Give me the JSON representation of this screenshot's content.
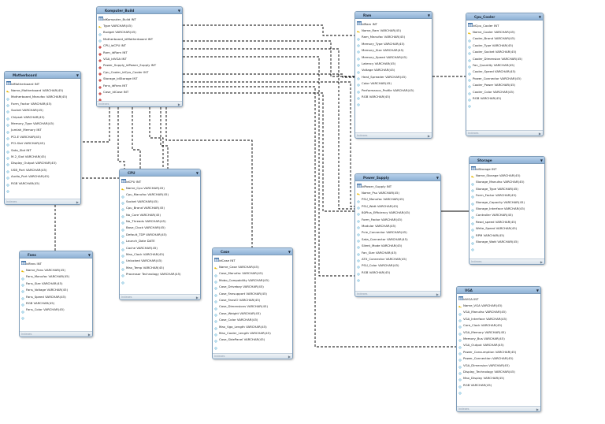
{
  "tables": [
    {
      "id": "computer",
      "name": "Komputer_Build",
      "rows": [
        {
          "t": "pk",
          "text": "idKomputer_Build INT"
        },
        {
          "t": "col",
          "text": "Type VARCHAR(45)"
        },
        {
          "t": "col",
          "text": "Budget VARCHAR(45)"
        },
        {
          "t": "fk",
          "text": "Motherboard_idMotherboard INT"
        },
        {
          "t": "fk",
          "text": "CPU_idCPU INT"
        },
        {
          "t": "fk",
          "text": "Ram_idRam INT"
        },
        {
          "t": "fk",
          "text": "VGA_idVGA INT"
        },
        {
          "t": "fk",
          "text": "Power_Supply_idPower_Supply INT"
        },
        {
          "t": "fk",
          "text": "Cpu_Cooler_idCpu_Cooler INT"
        },
        {
          "t": "fk",
          "text": "Storage_idStorage INT"
        },
        {
          "t": "fk",
          "text": "Fans_idFans INT"
        },
        {
          "t": "fk",
          "text": "Case_idCase INT"
        }
      ]
    },
    {
      "id": "motherboard",
      "name": "Motherboard",
      "rows": [
        {
          "t": "pk",
          "text": "idMotherboard INT"
        },
        {
          "t": "col",
          "text": "Name_Motherboard VARCHAR(45)"
        },
        {
          "t": "col",
          "text": "Motherboard_Manufac VARCHAR(45)"
        },
        {
          "t": "col",
          "text": "Form_Factor VARCHAR(45)"
        },
        {
          "t": "col",
          "text": "Socket VARCHAR(45)"
        },
        {
          "t": "col",
          "text": "Chipset VARCHAR(45)"
        },
        {
          "t": "col",
          "text": "Memory_Type VARCHAR(45)"
        },
        {
          "t": "col",
          "text": "Jumlah_Memory INT"
        },
        {
          "t": "col",
          "text": "PCI-E VARCHAR(45)"
        },
        {
          "t": "col",
          "text": "PCI-Slot VARCHAR(45)"
        },
        {
          "t": "col",
          "text": "Sata_Slot INT"
        },
        {
          "t": "col",
          "text": "M.2_Slot VARCHAR(45)"
        },
        {
          "t": "col",
          "text": "Display_Output VARCHAR(45)"
        },
        {
          "t": "col",
          "text": "USB_Port VARCHAR(45)"
        },
        {
          "t": "col",
          "text": "Audio_Port VARCHAR(45)"
        },
        {
          "t": "col",
          "text": "RGB VARCHAR(45)"
        }
      ]
    },
    {
      "id": "cpu",
      "name": "CPU",
      "rows": [
        {
          "t": "pk",
          "text": "idCPU INT"
        },
        {
          "t": "col",
          "text": "Name_Cpu VARCHAR(45)"
        },
        {
          "t": "col",
          "text": "Cpu_Manufac VARCHAR(45)"
        },
        {
          "t": "col",
          "text": "Socket VARCHAR(45)"
        },
        {
          "t": "col",
          "text": "Cpu_Brand VARCHAR(45)"
        },
        {
          "t": "col",
          "text": "No_Core VARCHAR(45)"
        },
        {
          "t": "col",
          "text": "No_Threads VARCHAR(45)"
        },
        {
          "t": "col",
          "text": "Base_Clock VARCHAR(45)"
        },
        {
          "t": "col",
          "text": "Default_TDP VARCHAR(45)"
        },
        {
          "t": "col",
          "text": "Launch_Date DATE"
        },
        {
          "t": "col",
          "text": "Cache VARCHAR(45)"
        },
        {
          "t": "col",
          "text": "Max_Clock VARCHAR(45)"
        },
        {
          "t": "col",
          "text": "Unlocked VARCHAR(45)"
        },
        {
          "t": "col",
          "text": "Max_Temp VARCHAR(45)"
        },
        {
          "t": "col",
          "text": "Processor Technology VARCHAR(45)"
        }
      ]
    },
    {
      "id": "fans",
      "name": "Fans",
      "rows": [
        {
          "t": "pk",
          "text": "idFans INT"
        },
        {
          "t": "col",
          "text": "Name_Fans VARCHAR(45)"
        },
        {
          "t": "col",
          "text": "Fans_Manufac VARCHAR(45)"
        },
        {
          "t": "col",
          "text": "Fans_Size VARCHAR(45)"
        },
        {
          "t": "col",
          "text": "Fans_Voltage VARCHAR(45)"
        },
        {
          "t": "col",
          "text": "Fans_Speed VARCHAR(45)"
        },
        {
          "t": "col",
          "text": "RGB VARCHAR(45)"
        },
        {
          "t": "col",
          "text": "Fans_Color VARCHAR(45)"
        }
      ]
    },
    {
      "id": "case",
      "name": "Case",
      "rows": [
        {
          "t": "pk",
          "text": "idCase INT"
        },
        {
          "t": "col",
          "text": "Name_Case VARCHAR(45)"
        },
        {
          "t": "col",
          "text": "Case_Manufac VARCHAR(45)"
        },
        {
          "t": "col",
          "text": "Mobo_Compability VARCHAR(45)"
        },
        {
          "t": "col",
          "text": "Case_Drivebay VARCHAR(45)"
        },
        {
          "t": "col",
          "text": "Case_Fansupport VARCHAR(45)"
        },
        {
          "t": "col",
          "text": "Case_FansIO VARCHAR(45)"
        },
        {
          "t": "col",
          "text": "Case_Dimensions VARCHAR(45)"
        },
        {
          "t": "col",
          "text": "Case_Weight VARCHAR(45)"
        },
        {
          "t": "col",
          "text": "Case_Color VARCHAR(45)"
        },
        {
          "t": "col",
          "text": "Max_Vga_Length VARCHAR(45)"
        },
        {
          "t": "col",
          "text": "Max_Cooler_Length VARCHAR(45)"
        },
        {
          "t": "col",
          "text": "Case_SidePanel VARCHAR(45)"
        }
      ]
    },
    {
      "id": "ram",
      "name": "Ram",
      "rows": [
        {
          "t": "pk",
          "text": "idRam INT"
        },
        {
          "t": "col",
          "text": "Name_Ram VARCHAR(45)"
        },
        {
          "t": "col",
          "text": "Ram_Manufac VARCHAR(45)"
        },
        {
          "t": "col",
          "text": "Memory_Type VARCHAR(45)"
        },
        {
          "t": "col",
          "text": "Memory_Size VARCHAR(45)"
        },
        {
          "t": "col",
          "text": "Memory_Speed VARCHAR(45)"
        },
        {
          "t": "col",
          "text": "Latency VARCHAR(45)"
        },
        {
          "t": "col",
          "text": "Voltage VARCHAR(45)"
        },
        {
          "t": "col",
          "text": "Heat_Spreader VARCHAR(45)"
        },
        {
          "t": "col",
          "text": "Color VARCHAR(45)"
        },
        {
          "t": "col",
          "text": "Performance_Profile VARCHAR(45)"
        },
        {
          "t": "col",
          "text": "RGB VARCHAR(45)"
        }
      ]
    },
    {
      "id": "cooler",
      "name": "Cpu_Cooler",
      "rows": [
        {
          "t": "pk",
          "text": "idCpu_Cooler INT"
        },
        {
          "t": "col",
          "text": "Name_Cooler VARCHAR(45)"
        },
        {
          "t": "col",
          "text": "Cooler_Brand VARCHAR(45)"
        },
        {
          "t": "col",
          "text": "Cooler_Type VARCHAR(45)"
        },
        {
          "t": "col",
          "text": "Cooler_Socket VARCHAR(45)"
        },
        {
          "t": "col",
          "text": "Cooler_Dimension VARCHAR(45)"
        },
        {
          "t": "col",
          "text": "Fan_Quantity VARCHAR(45)"
        },
        {
          "t": "col",
          "text": "Cooler_Speed VARCHAR(45)"
        },
        {
          "t": "col",
          "text": "Power_Connector VARCHAR(45)"
        },
        {
          "t": "col",
          "text": "Cooler_Power VARCHAR(45)"
        },
        {
          "t": "col",
          "text": "Cooler_Color VARCHAR(45)"
        },
        {
          "t": "col",
          "text": "RGB VARCHAR(45)"
        }
      ]
    },
    {
      "id": "psu",
      "name": "Power_Supply",
      "rows": [
        {
          "t": "pk",
          "text": "idPower_Supply INT"
        },
        {
          "t": "col",
          "text": "Name_Psu VARCHAR(45)"
        },
        {
          "t": "col",
          "text": "PSU_Manufac VARCHAR(45)"
        },
        {
          "t": "col",
          "text": "PSU_Watt VARCHAR(45)"
        },
        {
          "t": "col",
          "text": "80Plus_Efficiency VARCHAR(45)"
        },
        {
          "t": "col",
          "text": "Form_Factor VARCHAR(45)"
        },
        {
          "t": "col",
          "text": "Modular VARCHAR(45)"
        },
        {
          "t": "col",
          "text": "Pcie_Connector VARCHAR(45)"
        },
        {
          "t": "col",
          "text": "Sata_Connector VARCHAR(45)"
        },
        {
          "t": "col",
          "text": "Silent_Mode VARCHAR(45)"
        },
        {
          "t": "col",
          "text": "Fan_Size VARCHAR(45)"
        },
        {
          "t": "col",
          "text": "ATX_Connector VARCHAR(45)"
        },
        {
          "t": "col",
          "text": "PSU_Color VARCHAR(45)"
        },
        {
          "t": "col",
          "text": "RGB VARCHAR(45)"
        }
      ]
    },
    {
      "id": "storage",
      "name": "Storage",
      "rows": [
        {
          "t": "pk",
          "text": "idStorage INT"
        },
        {
          "t": "col",
          "text": "Name_Storage VARCHAR(45)"
        },
        {
          "t": "col",
          "text": "Storage_Manufac VARCHAR(45)"
        },
        {
          "t": "col",
          "text": "Storage_Type VARCHAR(45)"
        },
        {
          "t": "col",
          "text": "Form_Factor VARCHAR(45)"
        },
        {
          "t": "col",
          "text": "Storage_Capacity VARCHAR(45)"
        },
        {
          "t": "col",
          "text": "Storage_Interface VARCHAR(45)"
        },
        {
          "t": "col",
          "text": "Controller VARCHAR(45)"
        },
        {
          "t": "col",
          "text": "Read_speed VARCHAR(45)"
        },
        {
          "t": "col",
          "text": "Write_Speed VARCHAR(45)"
        },
        {
          "t": "col",
          "text": "RPM VARCHAR(45)"
        },
        {
          "t": "col",
          "text": "Storage_Watt VARCHAR(45)"
        }
      ]
    },
    {
      "id": "vga",
      "name": "VGA",
      "rows": [
        {
          "t": "pk",
          "text": "idVGA INT"
        },
        {
          "t": "col",
          "text": "Name_VGA VARCHAR(45)"
        },
        {
          "t": "col",
          "text": "VGA_Manufac VARCHAR(45)"
        },
        {
          "t": "col",
          "text": "VGA_Interface VARCHAR(45)"
        },
        {
          "t": "col",
          "text": "Core_Clock VARCHAR(45)"
        },
        {
          "t": "col",
          "text": "VGA_Memory VARCHAR(45)"
        },
        {
          "t": "col",
          "text": "Memory_Bus VARCHAR(45)"
        },
        {
          "t": "col",
          "text": "VGA_Output VARCHAR(45)"
        },
        {
          "t": "col",
          "text": "Power_Consumption VARCHAR(45)"
        },
        {
          "t": "col",
          "text": "Power_Connection VARCHAR(45)"
        },
        {
          "t": "col",
          "text": "VGA_Dimension VARCHAR(45)"
        },
        {
          "t": "col",
          "text": "Display_Technology VARCHAR(45)"
        },
        {
          "t": "col",
          "text": "Max_Display VARCHAR(45)"
        },
        {
          "t": "col",
          "text": "RGB VARCHAR(45)"
        }
      ]
    }
  ],
  "footer_label": "Indexes",
  "icons": {
    "table": "table-icon",
    "pk": "key-icon",
    "fk": "foreign-key-diamond-icon",
    "col": "column-diamond-icon",
    "collapse": "chevron-down-icon",
    "expand": "chevron-right-icon"
  },
  "colors": {
    "header": "#a7c5e3",
    "border": "#7f9db9",
    "pk": "#e6b800",
    "fk": "#d9534f",
    "col": "#5fa8c9",
    "line": "#000000"
  }
}
